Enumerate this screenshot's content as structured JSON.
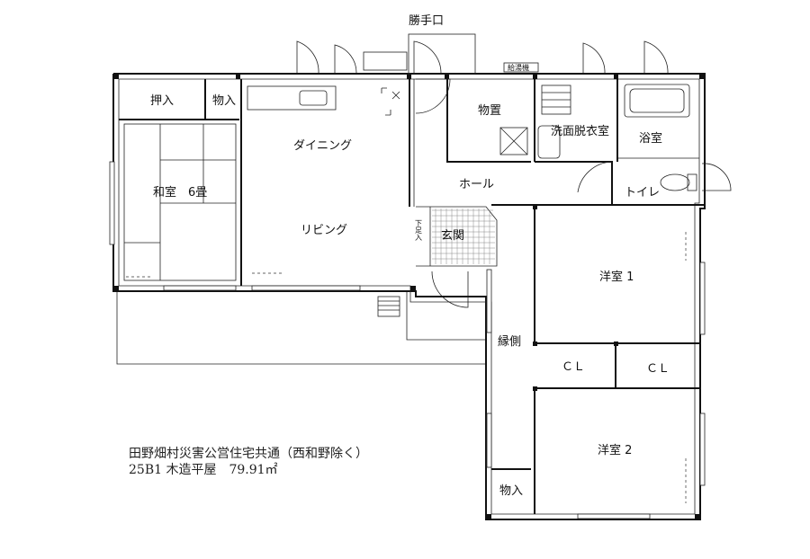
{
  "rooms": {
    "oshiire": "押入",
    "monoire_top": "物入",
    "washitsu": "和室　6畳",
    "dining": "ダイニング",
    "living": "リビング",
    "monooki": "物置",
    "senmen": "洗面脱衣室",
    "yokushitsu": "浴室",
    "hall": "ホール",
    "toilet": "トイレ",
    "getabako": "下足入",
    "genkan": "玄関",
    "youshitsu1": "洋室 1",
    "cl1": "ＣＬ",
    "cl2": "ＣＬ",
    "engawa": "縁側",
    "youshitsu2": "洋室 2",
    "monoire_bottom": "物入"
  },
  "labels": {
    "katteguchi": "勝手口",
    "kyuto": "給湯機"
  },
  "caption": {
    "line1": "田野畑村災害公営住宅共通（西和野除く）",
    "line2": "25B1 木造平屋　79.91㎡"
  }
}
